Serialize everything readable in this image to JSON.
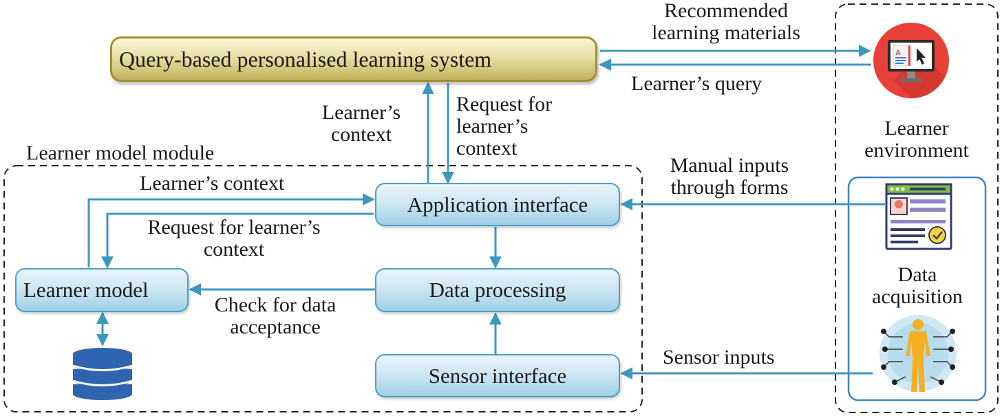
{
  "system": {
    "title": "Query-based personalised learning system"
  },
  "module": {
    "title": "Learner model module"
  },
  "nodes": {
    "application_interface": "Application interface",
    "data_processing": "Data processing",
    "sensor_interface": "Sensor interface",
    "learner_model": "Learner model"
  },
  "environment": {
    "title_line1": "Learner",
    "title_line2": "environment"
  },
  "acquisition": {
    "title_line1": "Data",
    "title_line2": "acquisition"
  },
  "edges": {
    "recommended_line1": "Recommended",
    "recommended_line2": "learning materials",
    "learners_query": "Learner’s query",
    "context_up_line1": "Learner’s",
    "context_up_line2": "context",
    "request_line1": "Request for",
    "request_line2": "learner’s",
    "request_line3": "context",
    "inner_context": "Learner’s context",
    "inner_request_line1": "Request for learner’s",
    "inner_request_line2": "context",
    "check_line1": "Check for data",
    "check_line2": "acceptance",
    "manual_line1": "Manual inputs",
    "manual_line2": "through forms",
    "sensor_inputs": "Sensor inputs"
  },
  "icons": [
    "monitor-book-icon",
    "form-icon",
    "body-sensor-icon",
    "database-icon"
  ],
  "colors": {
    "arrow": "#3e97bd",
    "node_border": "#4a9fc4",
    "system_border": "#a0912e",
    "monitor_bg": "#e8413a",
    "database": "#2f64b0",
    "body": "#f5b021"
  }
}
